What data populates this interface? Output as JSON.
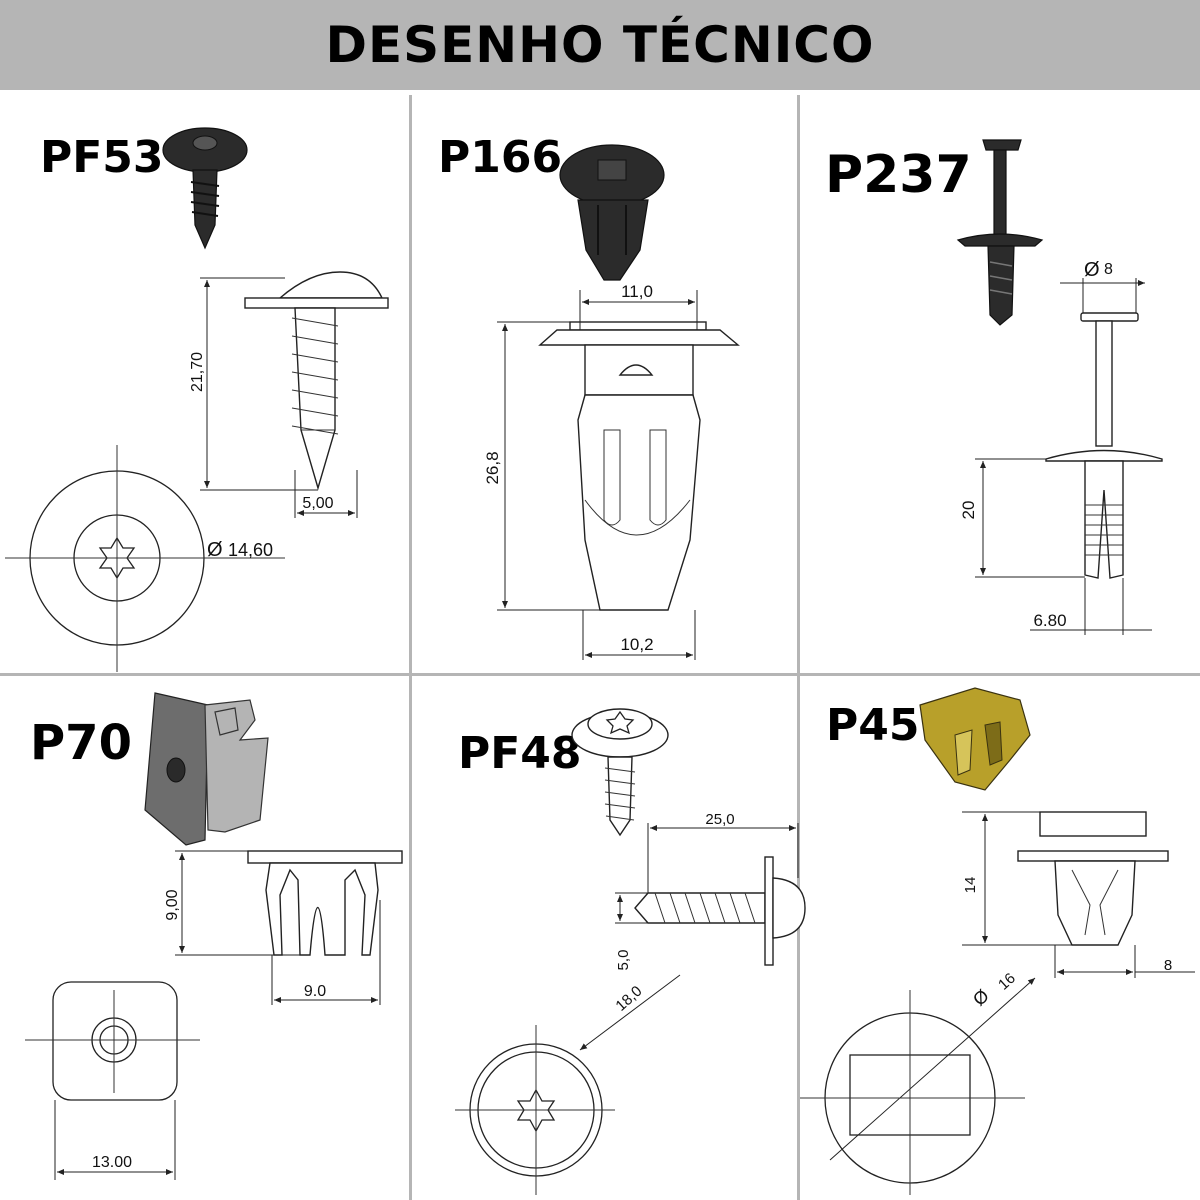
{
  "header": {
    "title": "DESENHO TÉCNICO"
  },
  "panels": [
    {
      "code": "PF53",
      "dimensions": {
        "height": "21,70",
        "shank": "5,00",
        "head_diameter": "14,60"
      }
    },
    {
      "code": "P166",
      "dimensions": {
        "head_width": "11,0",
        "height": "26,8",
        "body_width": "10,2"
      }
    },
    {
      "code": "P237",
      "dimensions": {
        "pin_diameter": "8",
        "height": "20",
        "body_width": "6.80"
      }
    },
    {
      "code": "P70",
      "dimensions": {
        "height": "9,00",
        "width": "9.0",
        "plate_width": "13.00"
      }
    },
    {
      "code": "PF48",
      "dimensions": {
        "length": "25,0",
        "shank_diameter": "5,0",
        "head_diameter": "18,0"
      }
    },
    {
      "code": "P45",
      "dimensions": {
        "height": "14",
        "width": "8",
        "head_diameter": "16"
      }
    }
  ],
  "colors": {
    "header_bg": "#b5b5b5",
    "divider": "#b5b5b5",
    "p45_part": "#b8a02a"
  },
  "symbols": {
    "diameter": "Ø"
  }
}
